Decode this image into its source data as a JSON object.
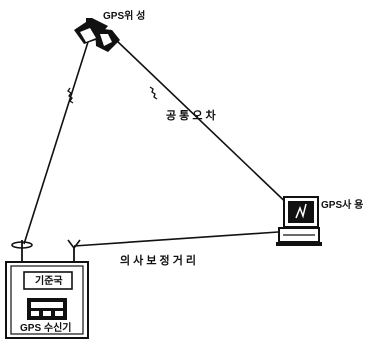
{
  "diagram": {
    "labels": {
      "satellite": "GPS위 성",
      "common_error": "공 통 오 차",
      "user": "GPS사 용",
      "pseudo_correction": "의 사 보 정 거 리",
      "reference_station": "기준국",
      "receiver": "GPS 수신기"
    },
    "nodes": [
      {
        "id": "satellite",
        "icon": "satellite-icon"
      },
      {
        "id": "user",
        "icon": "computer-icon"
      },
      {
        "id": "reference_station",
        "icon": "receiver-station-icon"
      }
    ],
    "links": [
      {
        "from": "satellite",
        "to": "reference_station",
        "style": "signal-line"
      },
      {
        "from": "satellite",
        "to": "user",
        "style": "signal-line"
      },
      {
        "from": "reference_station",
        "to": "user",
        "style": "correction-line"
      }
    ],
    "colors": {
      "ink": "#111111",
      "background": "#ffffff"
    }
  }
}
